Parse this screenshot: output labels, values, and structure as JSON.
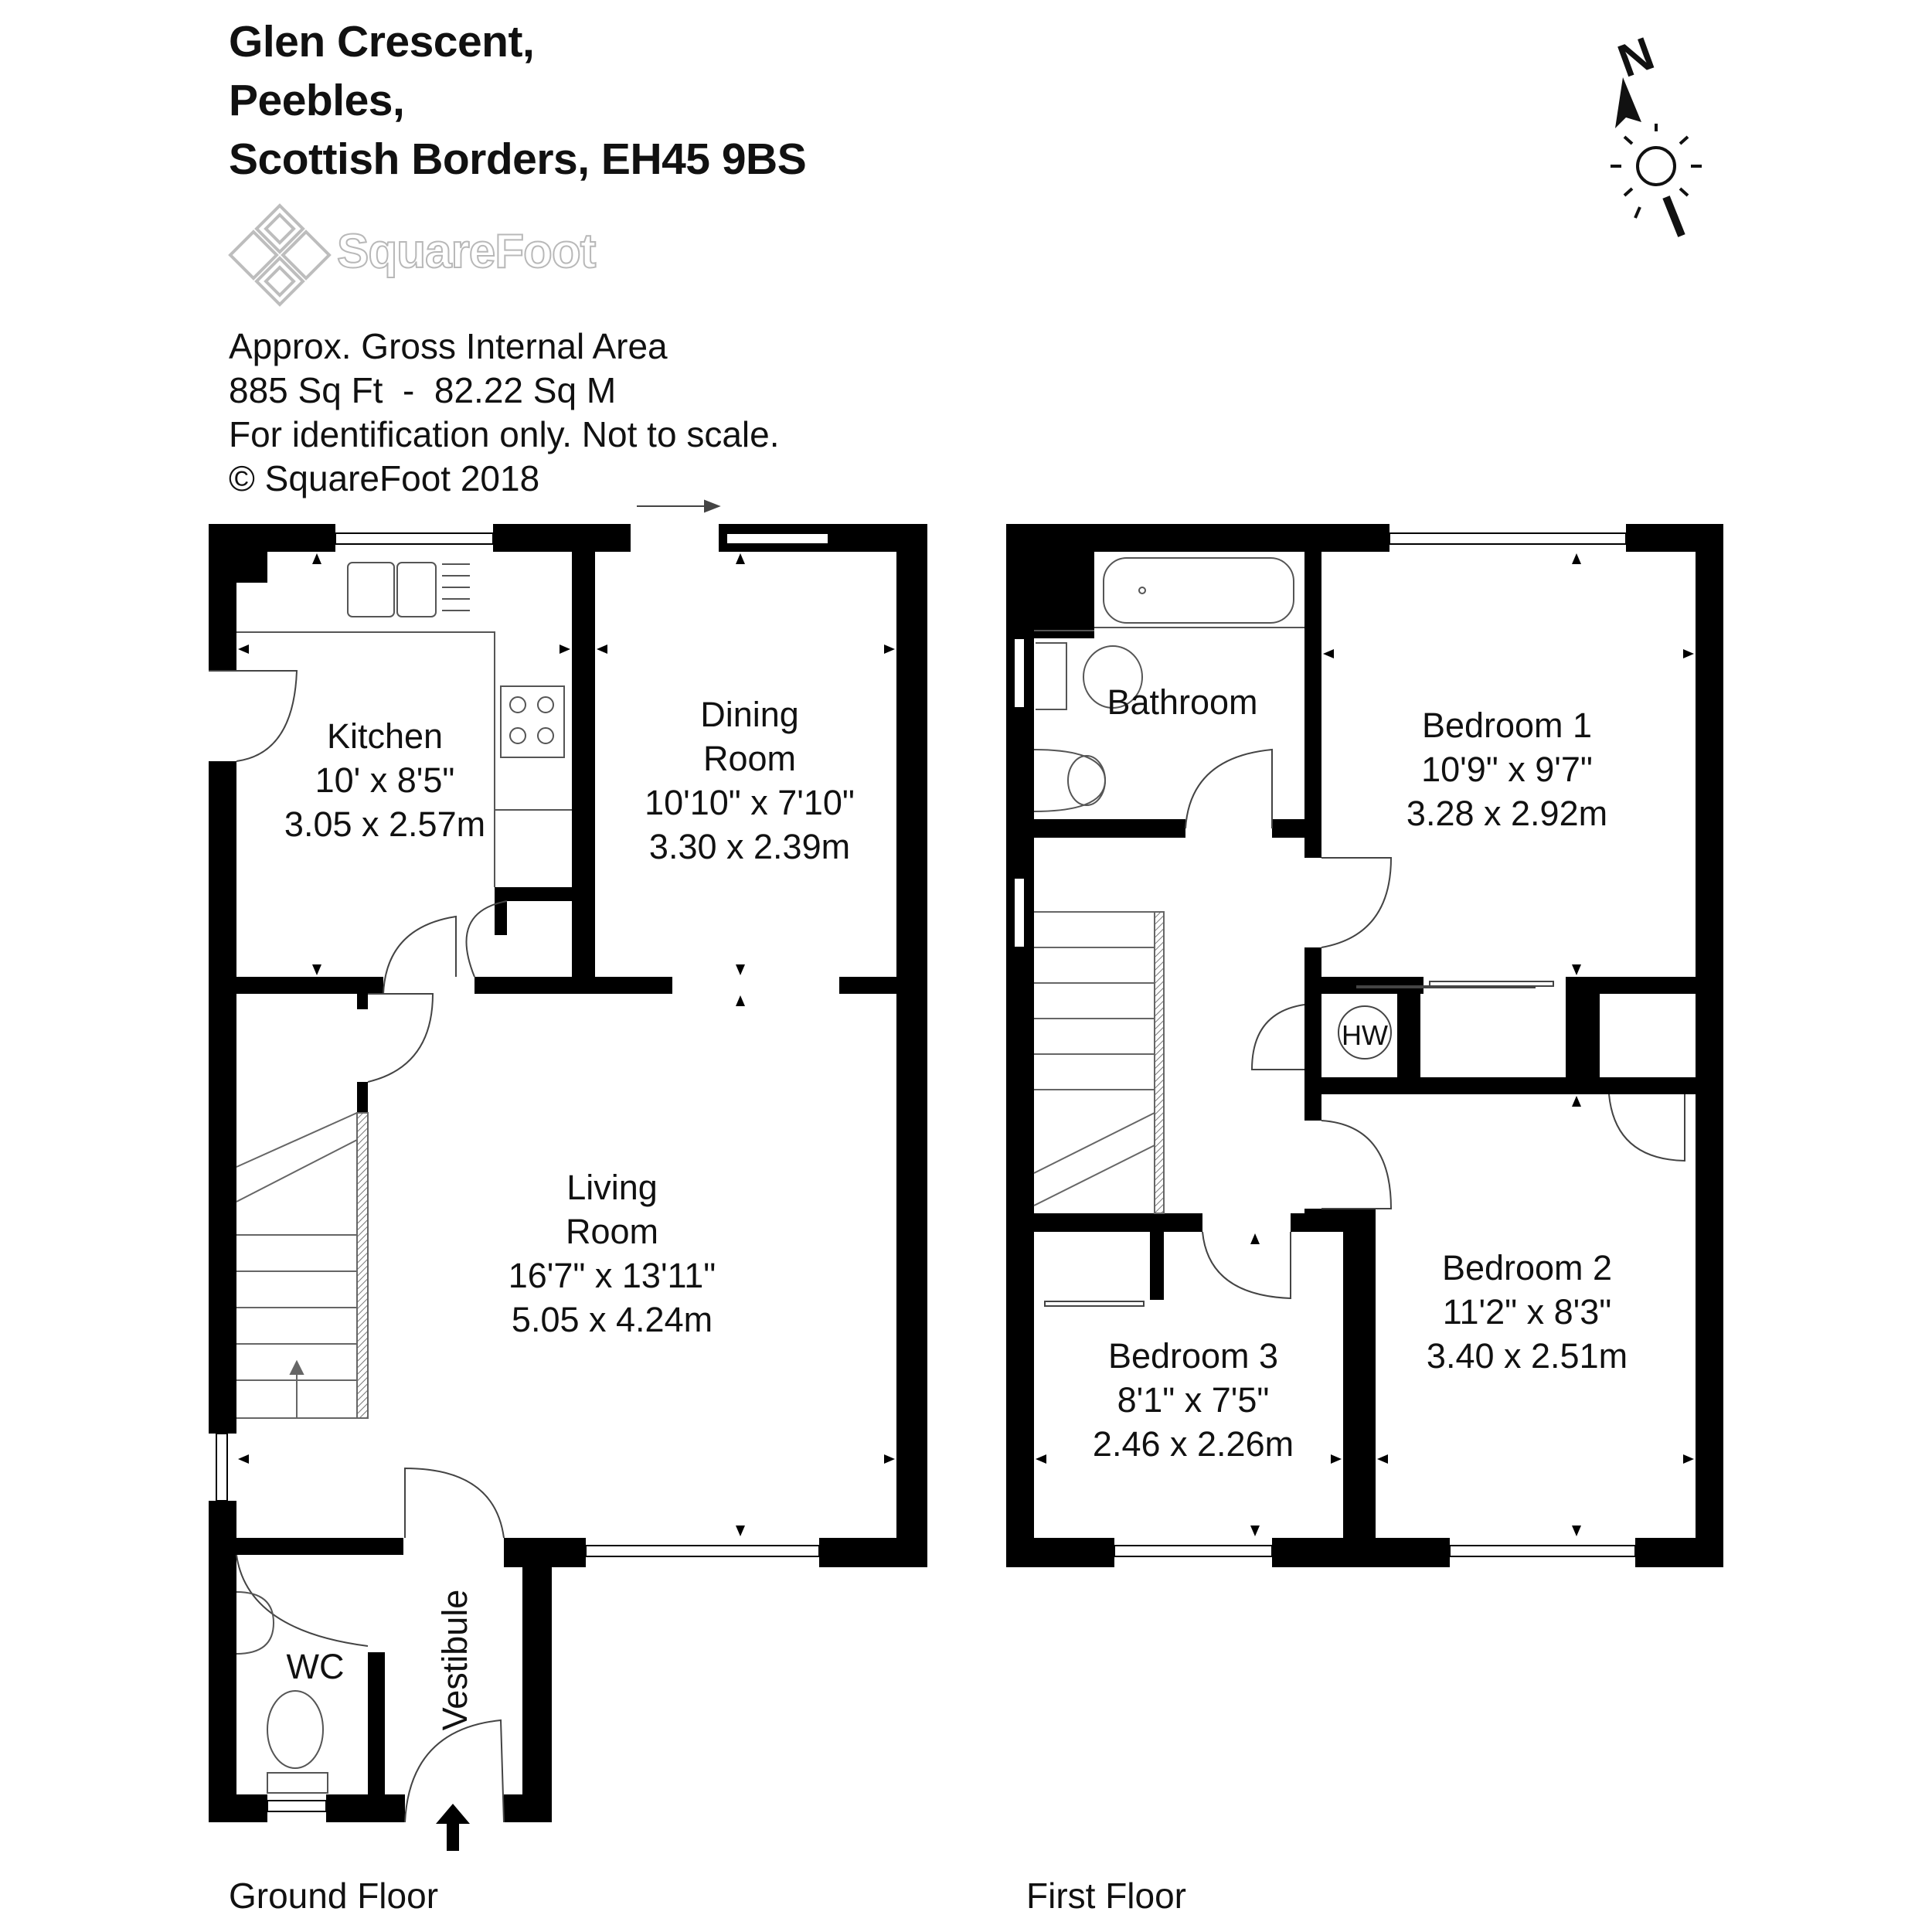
{
  "address": {
    "line1": "Glen Crescent,",
    "line2": "Peebles,",
    "line3": "Scottish Borders, EH45 9BS"
  },
  "brand": {
    "name": "SquareFoot"
  },
  "area": {
    "title": "Approx. Gross Internal Area",
    "value": "885 Sq Ft  -  82.22 Sq M",
    "disclaimer": "For identification only. Not to scale.",
    "copyright": "© SquareFoot 2018"
  },
  "compass": {
    "north_label": "N",
    "icons": [
      "north-arrow-icon",
      "sun-icon"
    ]
  },
  "floors": {
    "ground": {
      "label": "Ground Floor",
      "rooms": {
        "kitchen": {
          "name": "Kitchen",
          "imperial": "10' x 8'5\"",
          "metric": "3.05 x 2.57m"
        },
        "dining": {
          "name1": "Dining",
          "name2": "Room",
          "imperial": "10'10\" x 7'10\"",
          "metric": "3.30 x 2.39m"
        },
        "living": {
          "name1": "Living",
          "name2": "Room",
          "imperial": "16'7\" x 13'11\"",
          "metric": "5.05 x 4.24m"
        },
        "wc": {
          "name": "WC"
        },
        "vestibule": {
          "name": "Vestibule"
        }
      }
    },
    "first": {
      "label": "First Floor",
      "rooms": {
        "bathroom": {
          "name": "Bathroom"
        },
        "bedroom1": {
          "name": "Bedroom 1",
          "imperial": "10'9\" x 9'7\"",
          "metric": "3.28 x 2.92m"
        },
        "bedroom2": {
          "name": "Bedroom 2",
          "imperial": "11'2\" x 8'3\"",
          "metric": "3.40 x 2.51m"
        },
        "bedroom3": {
          "name": "Bedroom 3",
          "imperial": "8'1\" x 7'5\"",
          "metric": "2.46 x 2.26m"
        },
        "hw": {
          "name": "HW"
        }
      }
    }
  }
}
